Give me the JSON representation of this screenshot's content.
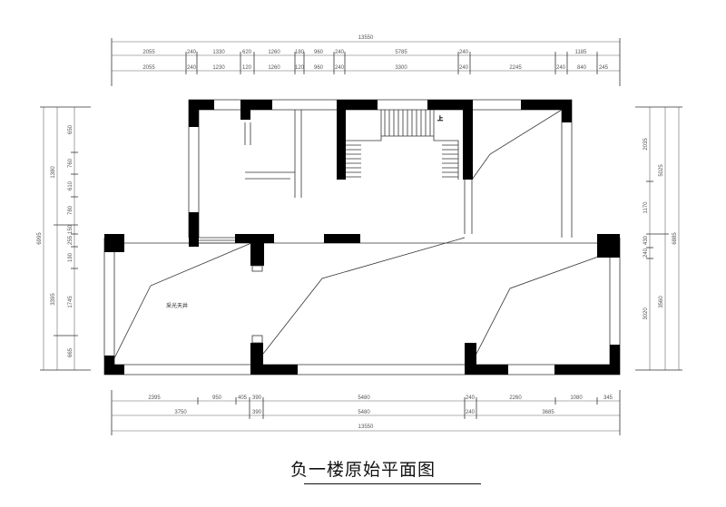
{
  "caption": "负一楼原始平面图",
  "room_note": "采光天井",
  "top_dims": {
    "total": "13550",
    "row1": [
      "2055",
      "240",
      "1330",
      "620",
      "1260",
      "180",
      "960",
      "240",
      "5785",
      "240",
      "1185"
    ],
    "row2": [
      "2055",
      "240",
      "1230",
      "120",
      "1260",
      "120",
      "960",
      "240",
      "3300",
      "240",
      "2245",
      "240",
      "840",
      "245"
    ]
  },
  "bottom_dims": {
    "row1": [
      "2395",
      "950",
      "405",
      "390",
      "5480",
      "240",
      "2260",
      "1080",
      "345"
    ],
    "row2": [
      "3750",
      "390",
      "5480",
      "240",
      "3685"
    ],
    "total": "13550"
  },
  "left_dims": {
    "total": "6995",
    "outer": [
      "1380",
      "3395"
    ],
    "inner": [
      "650",
      "760",
      "610",
      "780",
      "150",
      "255",
      "190",
      "1745",
      "665"
    ]
  },
  "right_dims": {
    "total": "6885",
    "outer": [
      "5025",
      "3560"
    ],
    "inner": [
      "2035",
      "1170",
      "430",
      "240",
      "3020"
    ]
  }
}
